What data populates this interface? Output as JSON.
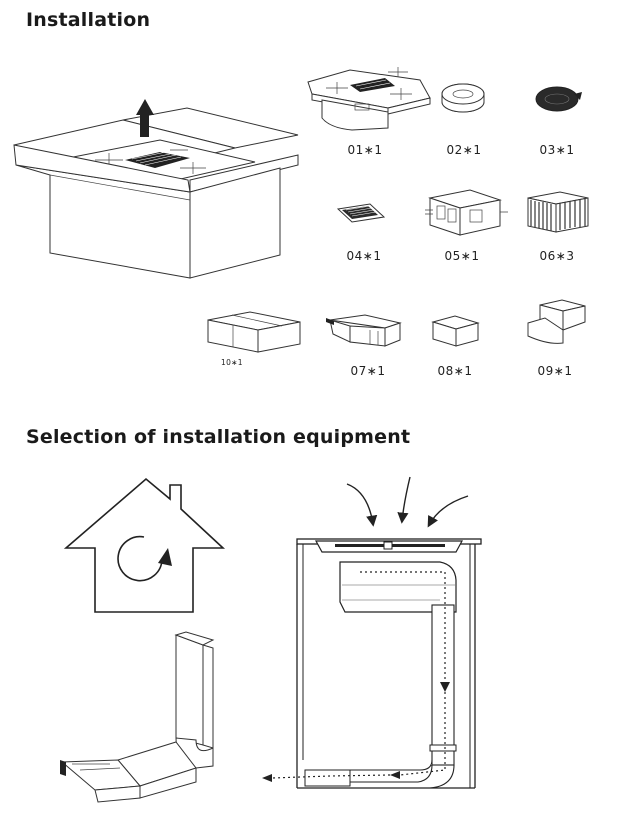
{
  "sections": {
    "installation_title": "Installation",
    "selection_title": "Selection of installation equipment"
  },
  "parts": [
    {
      "label": "01∗1"
    },
    {
      "label": "02∗1"
    },
    {
      "label": "03∗1"
    },
    {
      "label": "04∗1"
    },
    {
      "label": "05∗1"
    },
    {
      "label": "06∗3"
    },
    {
      "label": "10∗1"
    },
    {
      "label": "07∗1"
    },
    {
      "label": "08∗1"
    },
    {
      "label": "09∗1"
    }
  ],
  "colors": {
    "line": "#333333",
    "fill_dark": "#222222",
    "background": "#ffffff"
  }
}
